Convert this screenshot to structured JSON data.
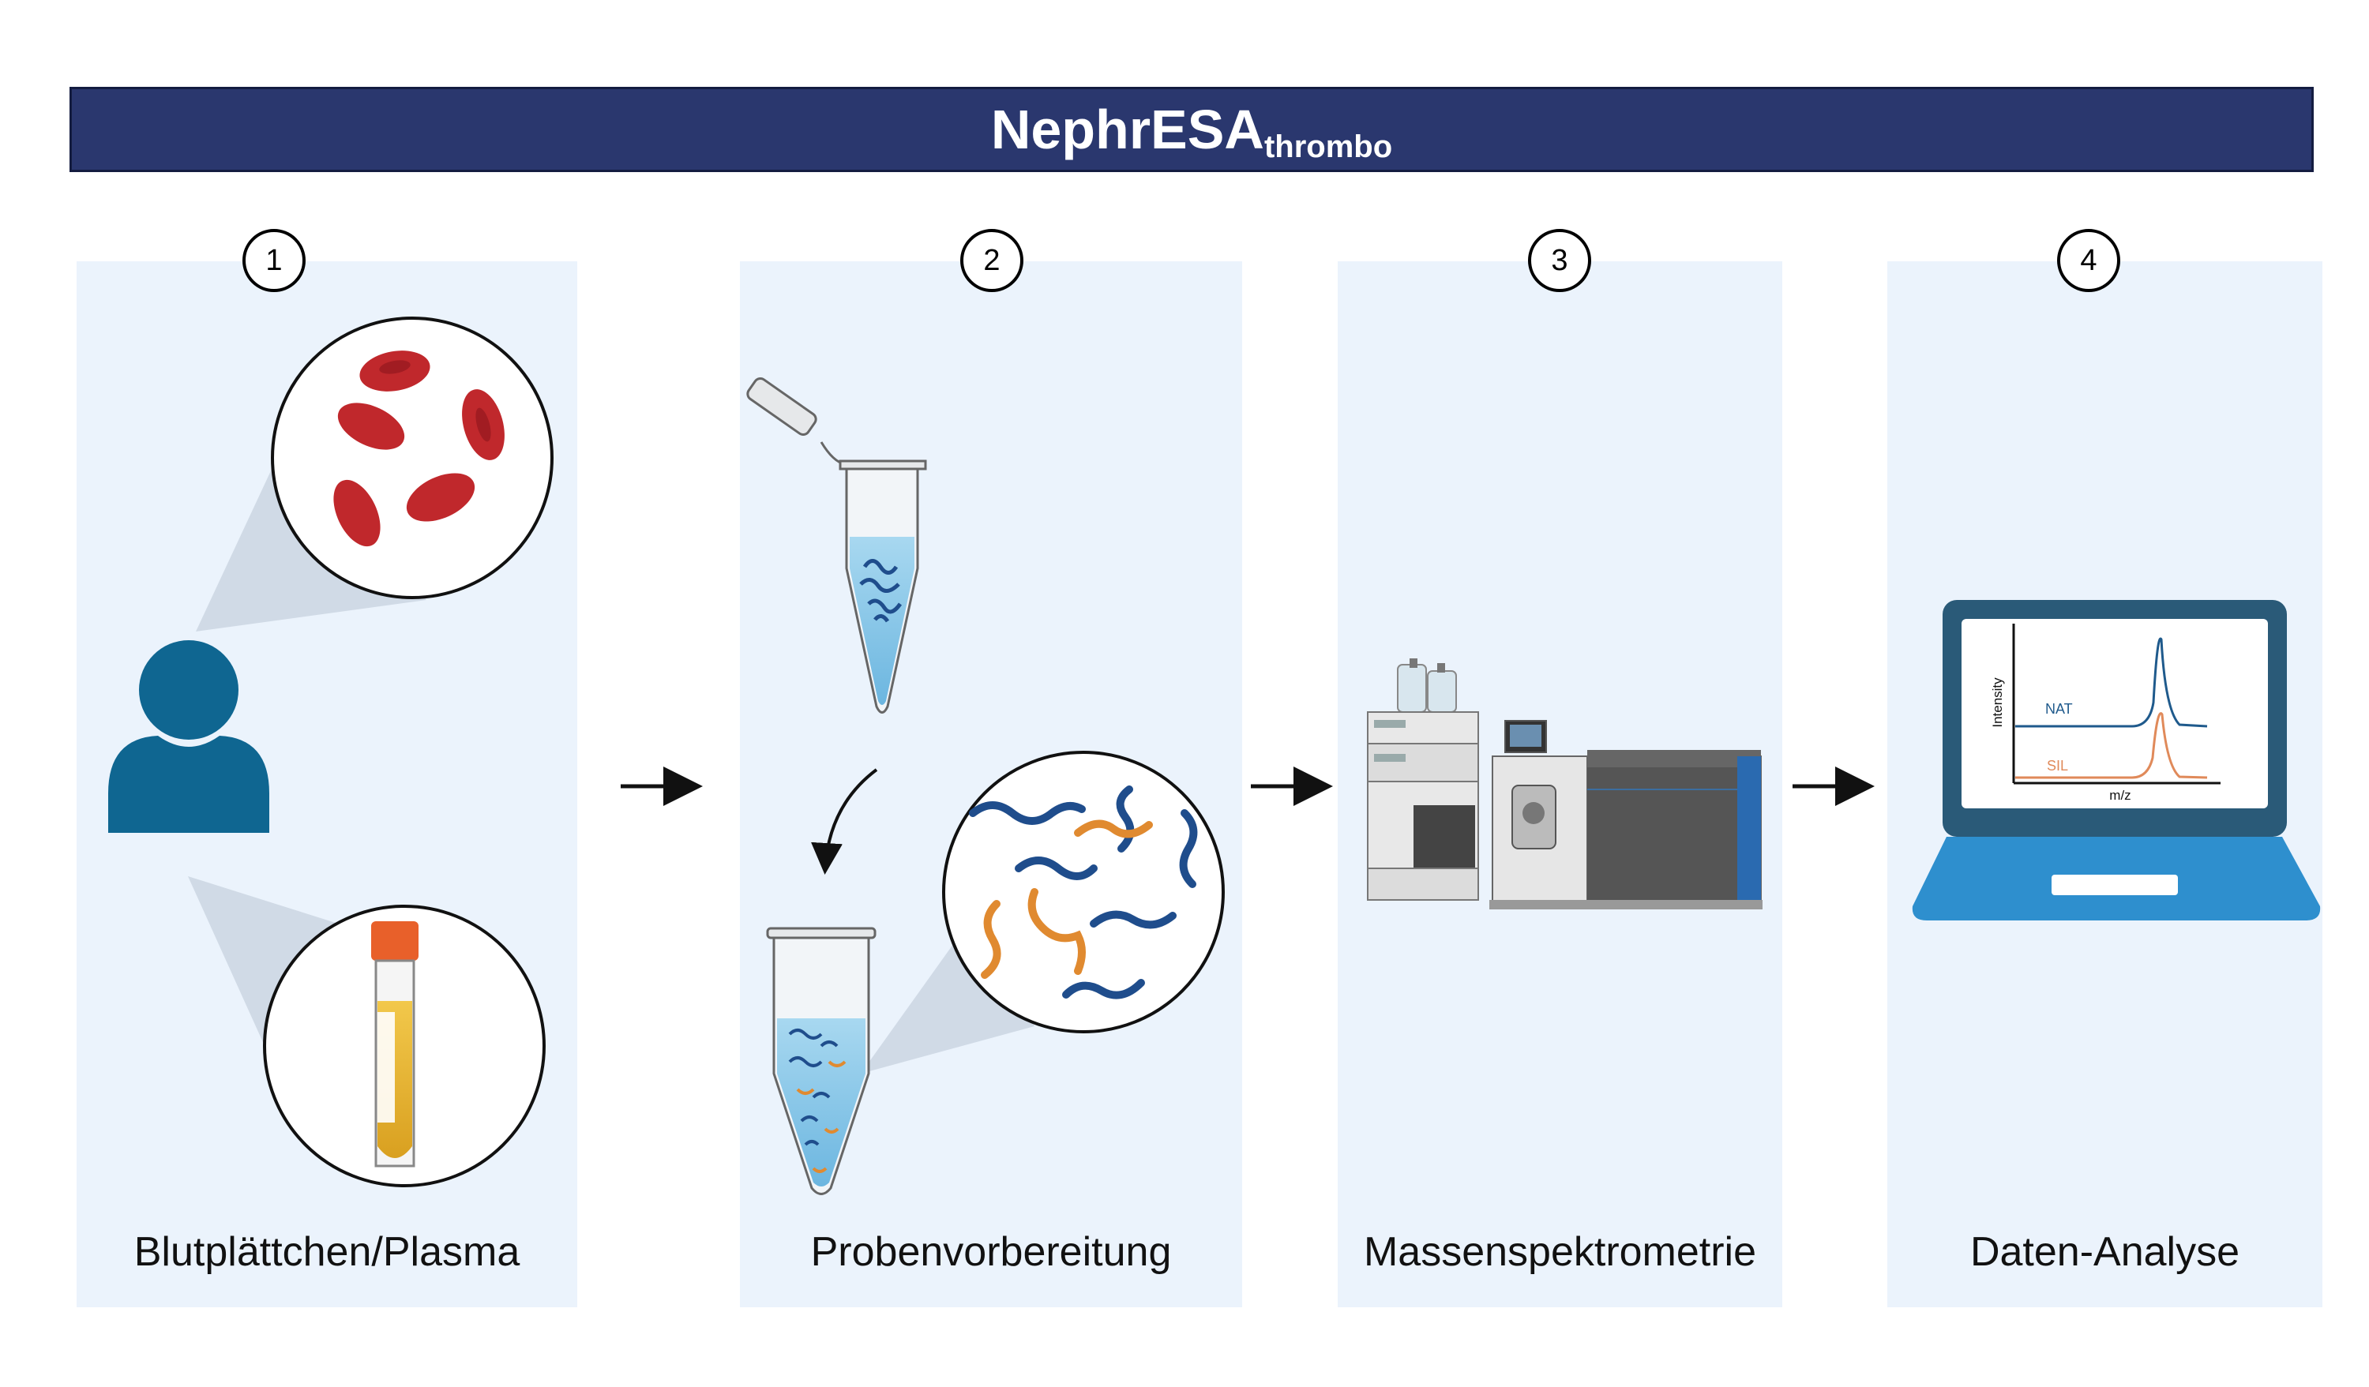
{
  "header": {
    "title_main": "NephrESA",
    "title_sub": "thrombo",
    "color": "#2a376e"
  },
  "steps": [
    {
      "number": "1",
      "label": "Blutplättchen/Plasma"
    },
    {
      "number": "2",
      "label": "Probenvorbereitung"
    },
    {
      "number": "3",
      "label": "Massenspektrometrie"
    },
    {
      "number": "4",
      "label": "Daten-Analyse"
    }
  ],
  "spectrum": {
    "y_axis": "Intensity",
    "x_axis": "m/z",
    "series_nat": "NAT",
    "series_sil": "SIL",
    "nat_color": "#1f5a8c",
    "sil_color": "#e08a5a"
  },
  "icons": {
    "person": "person-icon",
    "cells": "red-blood-cells-icon",
    "tube": "blood-tube-icon",
    "eppendorf": "eppendorf-tube-icon",
    "peptides": "peptides-icon",
    "ms": "mass-spectrometer-icon",
    "laptop": "laptop-icon"
  },
  "colors": {
    "panel": "#ebf3fc",
    "blood_cell": "#c0282c",
    "peptide_blue": "#1f4d8c",
    "peptide_orange": "#e08a30",
    "laptop": "#2e8fce"
  }
}
